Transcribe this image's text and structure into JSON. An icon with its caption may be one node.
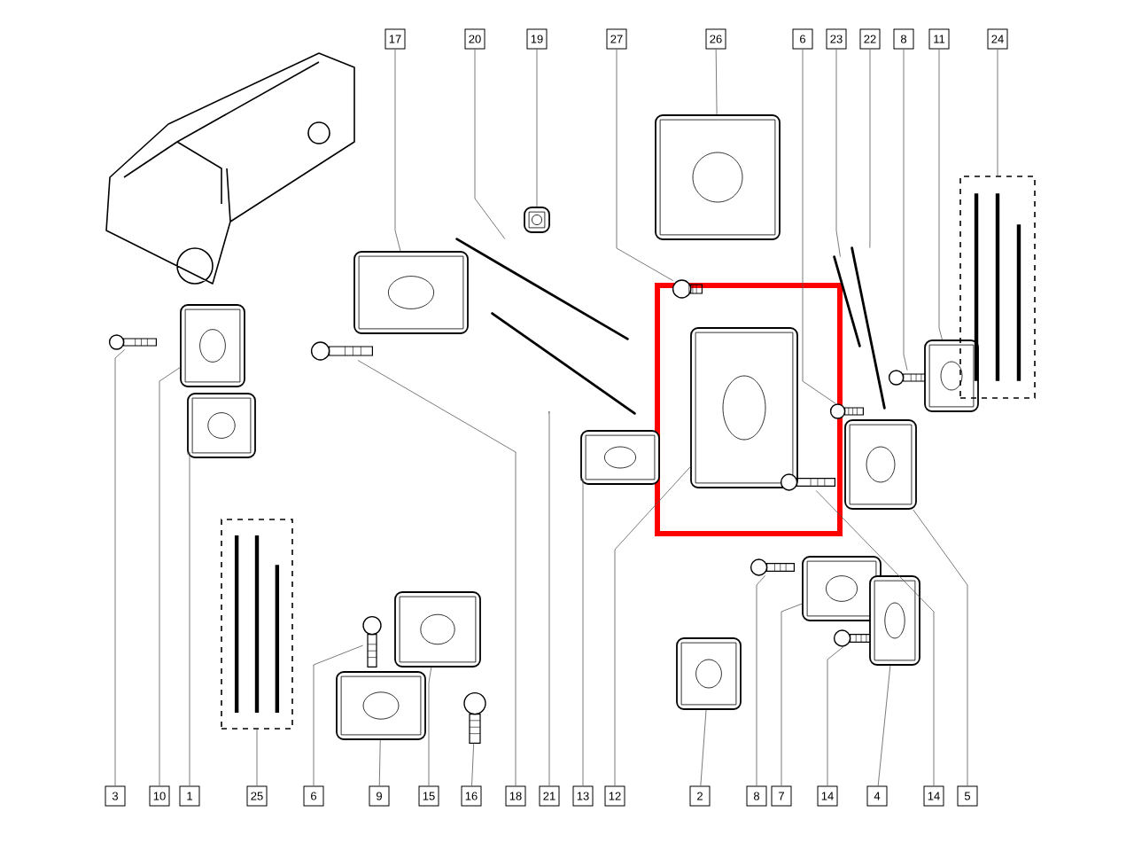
{
  "diagram": {
    "nodes": [
      {
        "text": [
          "17"
        ]
      },
      {
        "text": [
          "20"
        ]
      },
      {
        "text": [
          "19"
        ]
      },
      {
        "text": [
          "27"
        ]
      },
      {
        "text": [
          "26"
        ]
      },
      {
        "text": [
          "6"
        ]
      },
      {
        "text": [
          "23"
        ]
      },
      {
        "text": [
          "22"
        ]
      },
      {
        "text": [
          "8"
        ]
      },
      {
        "text": [
          "11"
        ]
      },
      {
        "text": [
          "24"
        ]
      },
      {
        "text": [
          "3"
        ]
      },
      {
        "text": [
          "10"
        ]
      },
      {
        "text": [
          "1"
        ]
      },
      {
        "text": [
          "25"
        ]
      },
      {
        "text": [
          "6"
        ]
      },
      {
        "text": [
          "9"
        ]
      },
      {
        "text": [
          "15"
        ]
      },
      {
        "text": [
          "16"
        ]
      },
      {
        "text": [
          "18"
        ]
      },
      {
        "text": [
          "21"
        ]
      },
      {
        "text": [
          "13"
        ]
      },
      {
        "text": [
          "12"
        ]
      },
      {
        "text": [
          "2"
        ]
      },
      {
        "text": [
          "8"
        ]
      },
      {
        "text": [
          "7"
        ]
      },
      {
        "text": [
          "14"
        ]
      },
      {
        "text": [
          "4"
        ]
      },
      {
        "text": [
          "14"
        ]
      },
      {
        "text": [
          "5"
        ]
      },
      {
        "text": [],
        "shape": "picture"
      },
      {
        "text": [],
        "shape": "picture"
      },
      {
        "text": [],
        "shape": "picture"
      },
      {
        "text": [],
        "shape": "picture"
      },
      {
        "text": [],
        "shape": "picture"
      },
      {
        "text": [],
        "shape": "picture"
      },
      {
        "text": [],
        "shape": "picture"
      },
      {
        "text": [],
        "shape": "picture"
      },
      {
        "text": [],
        "shape": "picture"
      },
      {
        "text": [],
        "shape": "picture"
      },
      {
        "text": [],
        "shape": "picture"
      },
      {
        "text": [],
        "shape": "picture"
      },
      {
        "text": [],
        "shape": "picture"
      },
      {
        "text": [],
        "shape": "picture"
      },
      {
        "text": [],
        "shape": "picture"
      },
      {
        "text": [],
        "shape": "picture"
      },
      {
        "text": [],
        "shape": "picture"
      },
      {
        "text": [],
        "shape": "picture"
      },
      {
        "text": [],
        "shape": "picture"
      },
      {
        "text": [],
        "shape": "picture"
      },
      {
        "text": [],
        "shape": "picture"
      },
      {
        "text": [],
        "shape": "picture"
      },
      {
        "text": [],
        "shape": "picture"
      },
      {
        "text": [],
        "shape": "picture"
      },
      {
        "text": [],
        "shape": "picture"
      },
      {
        "text": [],
        "shape": "picture"
      },
      {
        "text": [],
        "shape": "picture"
      },
      {
        "text": [],
        "shape": "picture"
      },
      {
        "text": [],
        "shape": "picture"
      },
      {
        "text": [],
        "shape": "picture"
      }
    ],
    "edges": [
      {
        "from": 0,
        "to": 30,
        "arrow": "none"
      },
      {
        "from": 1,
        "to": 31,
        "arrow": "none"
      },
      {
        "from": 2,
        "to": 32,
        "arrow": "none"
      },
      {
        "from": 3,
        "to": 33,
        "arrow": "none"
      },
      {
        "from": 4,
        "to": 34,
        "arrow": "none"
      },
      {
        "from": 5,
        "to": 35,
        "arrow": "none"
      },
      {
        "from": 6,
        "to": 36,
        "arrow": "none"
      },
      {
        "from": 7,
        "to": 37,
        "arrow": "none"
      },
      {
        "from": 8,
        "to": 38,
        "arrow": "none"
      },
      {
        "from": 9,
        "to": 39,
        "arrow": "none"
      },
      {
        "from": 10,
        "to": 40,
        "arrow": "none"
      },
      {
        "from": 11,
        "to": 41,
        "arrow": "none"
      },
      {
        "from": 12,
        "to": 42,
        "arrow": "none"
      },
      {
        "from": 13,
        "to": 43,
        "arrow": "none"
      },
      {
        "from": 14,
        "to": 44,
        "arrow": "none"
      },
      {
        "from": 15,
        "to": 45,
        "arrow": "none"
      },
      {
        "from": 16,
        "to": 46,
        "arrow": "none"
      },
      {
        "from": 17,
        "to": 47,
        "arrow": "none"
      },
      {
        "from": 18,
        "to": 48,
        "arrow": "none"
      },
      {
        "from": 19,
        "to": 49,
        "arrow": "none"
      },
      {
        "from": 20,
        "to": 50,
        "arrow": "none"
      },
      {
        "from": 21,
        "to": 51,
        "arrow": "none"
      },
      {
        "from": 22,
        "to": 52,
        "arrow": "none"
      },
      {
        "from": 23,
        "to": 53,
        "arrow": "none"
      },
      {
        "from": 24,
        "to": 54,
        "arrow": "none"
      },
      {
        "from": 25,
        "to": 55,
        "arrow": "none"
      },
      {
        "from": 26,
        "to": 56,
        "arrow": "none"
      },
      {
        "from": 27,
        "to": 57,
        "arrow": "none"
      },
      {
        "from": 28,
        "to": 58,
        "arrow": "none"
      },
      {
        "from": 29,
        "to": 59,
        "arrow": "none"
      }
    ]
  }
}
